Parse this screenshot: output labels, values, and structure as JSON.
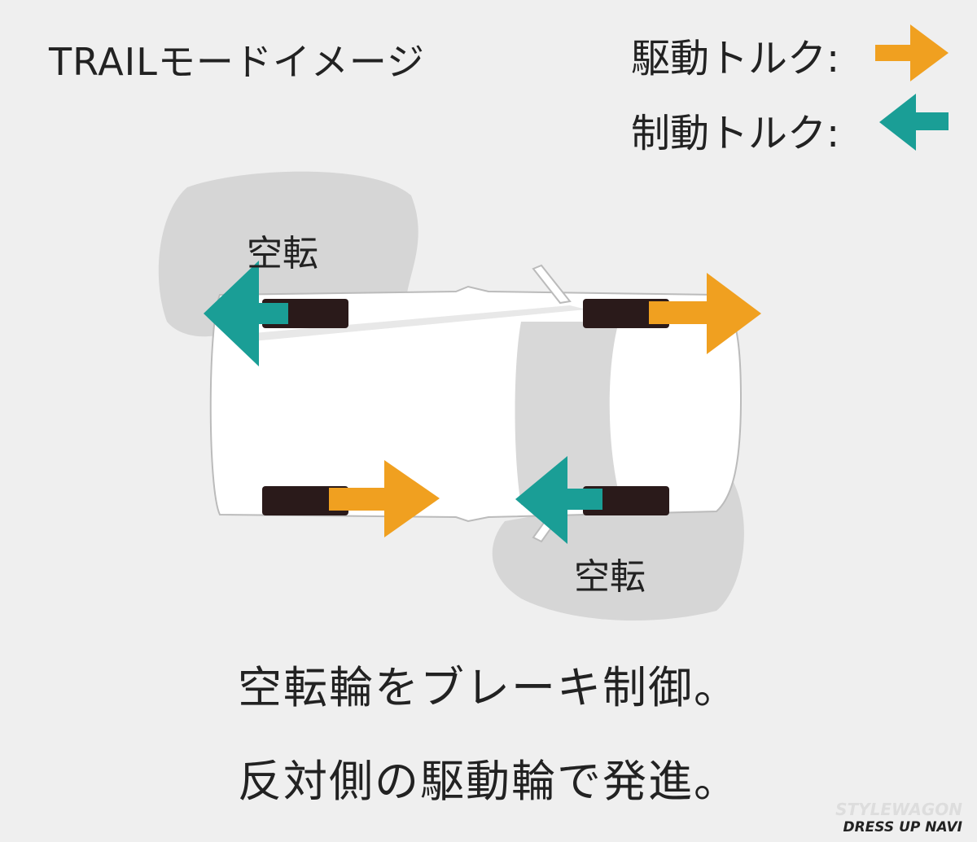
{
  "title": "TRAILモードイメージ",
  "legend": {
    "drive_label": "駆動トルク:",
    "brake_label": "制動トルク:"
  },
  "labels": {
    "spin_top_left": "空転",
    "spin_bottom_right": "空転"
  },
  "caption": {
    "line1": "空転輪をブレーキ制御。",
    "line2": "反対側の駆動輪で発進。"
  },
  "watermark": {
    "line1": "STYLEWAGON",
    "line2": "DRESS UP NAVI"
  },
  "colors": {
    "background": "#efefef",
    "drive_torque": "#f0a020",
    "brake_torque": "#1a9e96",
    "tire": "#2a1a1a",
    "slip_area": "#d6d6d6"
  }
}
